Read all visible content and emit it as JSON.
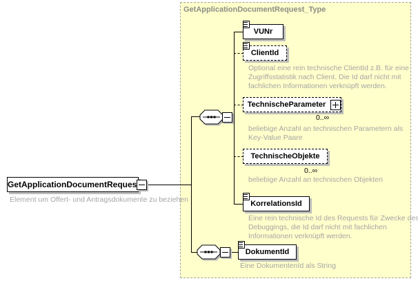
{
  "diagram": {
    "type_box": {
      "title": "GetApplicationDocumentRequest_Type"
    },
    "root_element": {
      "name": "GetApplicationDocumentRequest",
      "description": "Element um Offert- und Antragsdokumente zu beziehen"
    },
    "children": [
      {
        "name": "VUNr",
        "optional": false
      },
      {
        "name": "ClientId",
        "optional": true,
        "description": "Optional eine rein technische ClientId z.B. für eine\nZugriffsstatistik nach Client. Die Id darf nicht mit\nfachlichen Informationen verknüpft werden."
      },
      {
        "name": "TechnischeParameter",
        "optional": true,
        "occurrence": "0..∞",
        "description": "beliebige Anzahl an technischen Parametern als\nKey-Value Paare"
      },
      {
        "name": "TechnischeObjekte",
        "optional": true,
        "occurrence": "0..∞",
        "description": "beliebige Anzahl an technischen Objekten"
      },
      {
        "name": "KorrelationsId",
        "optional": false,
        "description": "Eine rein technische Id des Requests für Zwecke des\nDebuggings, die Id darf nicht mit fachlichen\nInformationen verknüpft werden."
      },
      {
        "name": "DokumentId",
        "optional": false,
        "description": "Eine DokumentenId als String"
      }
    ],
    "colors": {
      "panel_bg": "#ffffcb",
      "panel_border": "#a3a3a3",
      "box_border": "#000000",
      "description_text": "#a5a5a5",
      "title_text": "#8d8d85",
      "shadow": "#bdbdbd"
    }
  }
}
